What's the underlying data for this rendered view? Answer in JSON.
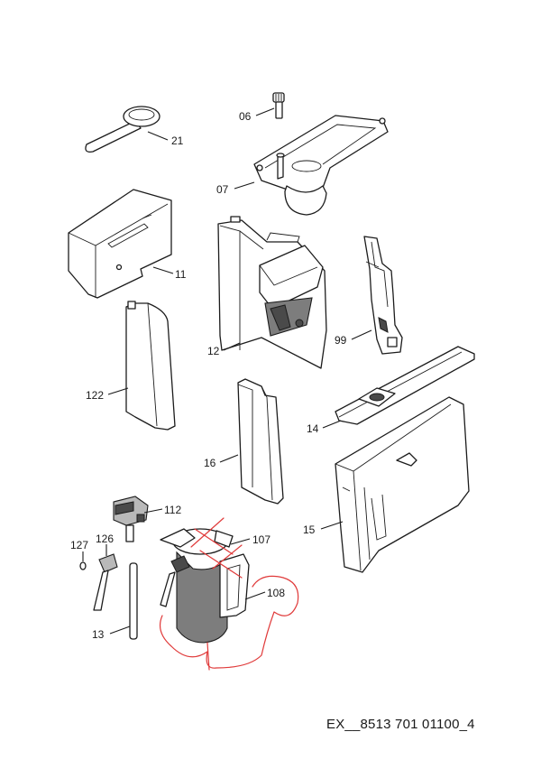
{
  "diagram": {
    "parts": [
      {
        "id": "p06",
        "label": "06"
      },
      {
        "id": "p21",
        "label": "21"
      },
      {
        "id": "p07",
        "label": "07"
      },
      {
        "id": "p11",
        "label": "11"
      },
      {
        "id": "p12",
        "label": "12"
      },
      {
        "id": "p99",
        "label": "99"
      },
      {
        "id": "p122",
        "label": "122"
      },
      {
        "id": "p14",
        "label": "14"
      },
      {
        "id": "p16",
        "label": "16"
      },
      {
        "id": "p15",
        "label": "15"
      },
      {
        "id": "p112",
        "label": "112"
      },
      {
        "id": "p107",
        "label": "107"
      },
      {
        "id": "p127",
        "label": "127"
      },
      {
        "id": "p126",
        "label": "126"
      },
      {
        "id": "p108",
        "label": "108"
      },
      {
        "id": "p13",
        "label": "13"
      }
    ],
    "annotation_color": "#e03a3a"
  },
  "footer": {
    "document_code": "EX__8513 701 01100_4"
  }
}
